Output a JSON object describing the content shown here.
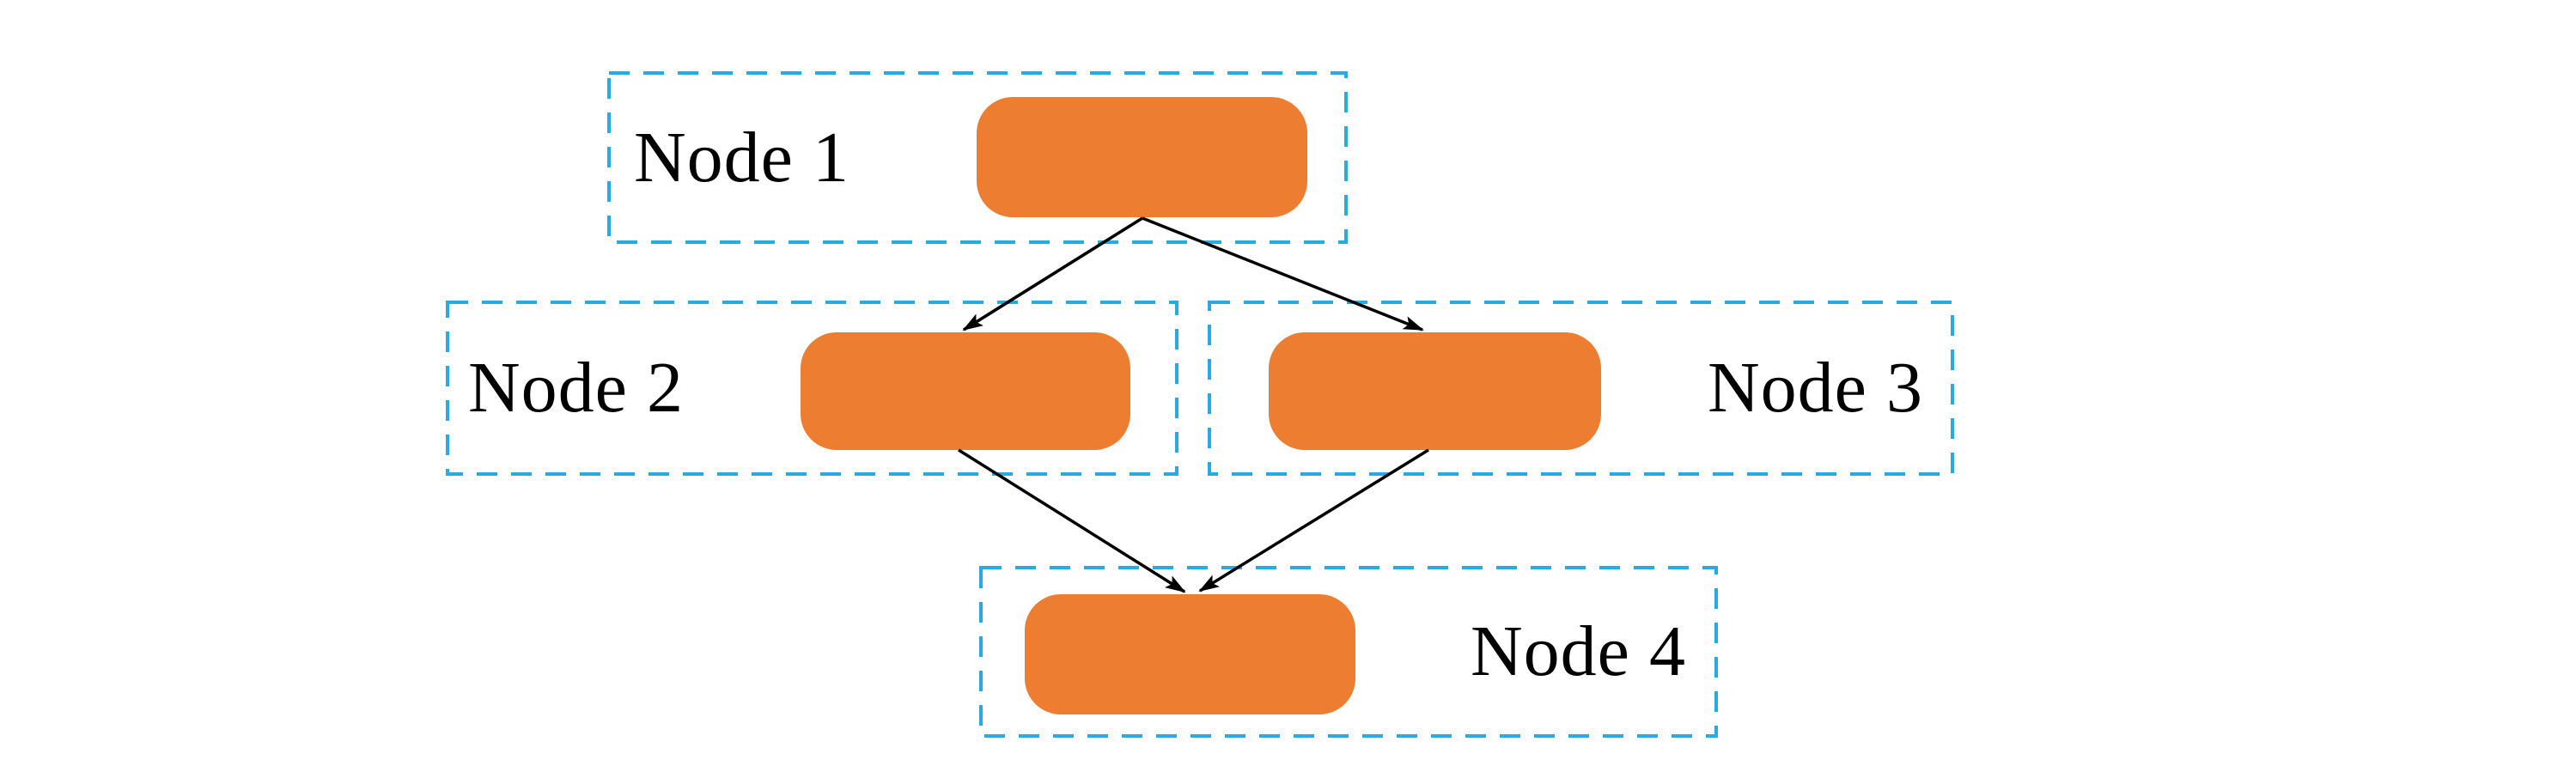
{
  "diagram": {
    "type": "flowchart",
    "nodes": [
      {
        "id": "node1",
        "label": "Node 1",
        "row": "top"
      },
      {
        "id": "node2",
        "label": "Node 2",
        "row": "middle"
      },
      {
        "id": "node3",
        "label": "Node 3",
        "row": "middle"
      },
      {
        "id": "node4",
        "label": "Node 4",
        "row": "bottom"
      }
    ],
    "edges": [
      {
        "from": "node1",
        "to": "node2"
      },
      {
        "from": "node1",
        "to": "node3"
      },
      {
        "from": "node2",
        "to": "node4"
      },
      {
        "from": "node3",
        "to": "node4"
      }
    ]
  },
  "colors": {
    "node_fill": "#ED7D31",
    "box_border": "#29ABE2",
    "edge": "#000000",
    "label_text": "#000000",
    "background": "#FFFFFF"
  }
}
